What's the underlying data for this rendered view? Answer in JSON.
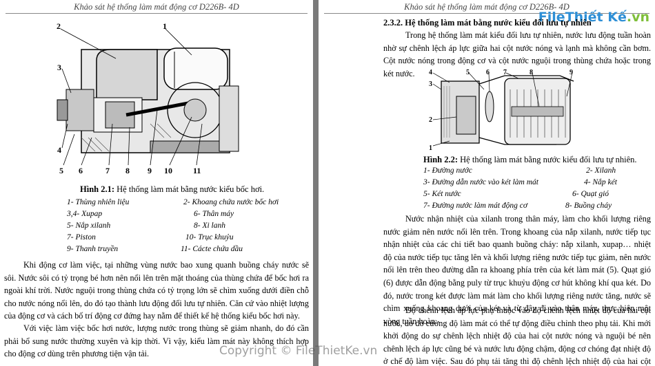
{
  "header": {
    "title": "Khảo sát hệ thống làm mát động cơ D226B- 4D"
  },
  "left": {
    "figure_numbers": [
      "2",
      "1",
      "3",
      "4",
      "5",
      "6",
      "7",
      "8",
      "9",
      "10",
      "11"
    ],
    "caption_label": "Hình 2.1:",
    "caption_text": " Hệ thống làm mát bằng nước kiểu bốc hơi.",
    "legend": [
      [
        "1- Thùng nhiên liệu",
        "2- Khoang chứa nước bốc hơi"
      ],
      [
        "3,4- Xupap",
        "6- Thân máy"
      ],
      [
        "5- Nắp xilanh",
        "8- Xi lanh"
      ],
      [
        "7- Piston",
        "10- Trục khuỷu"
      ],
      [
        "9- Thanh truyền",
        "11- Cácte chứa dầu"
      ]
    ],
    "paragraphs": [
      "Khi động cơ làm việc, tại những vùng nước bao xung quanh buồng cháy nước sẽ sôi. Nước sôi có tỷ trọng bé hơn nên nổi lên trên mặt thoáng của thùng chứa để bốc hơi ra ngoài khí trời. Nước nguội trong thùng chứa có tỷ trọng lớn sẽ chìm xuống dưới điền chỗ cho nước nóng nổi lên, do đó tạo thành lưu động đối lưu tự nhiên. Căn cứ vào nhiệt lượng của động cơ và cách bố trí động cơ đứng hay nằm để thiết kế hệ thống kiểu bốc hơi này.",
      "Với việc làm việc bốc hơi nước, lượng nước trong thùng sẽ giảm nhanh, do đó cần phải bổ sung nước thường xuyên và kịp thời. Vì vậy, kiểu làm mát này không thích hợp cho động cơ dùng trên phương tiện vận tải."
    ]
  },
  "right": {
    "section_title": "2.3.2. Hệ thống làm mát bằng nước kiểu đối lưu tự nhiên",
    "intro": "Trong hệ thống làm mát kiểu đối lưu tự nhiên, nước lưu động tuần hoàn nhờ sự chênh lệch áp lực giữa hai cột nước nóng và lạnh mà không cần bơm. Cột nước nóng trong động cơ và cột nước nguội trong thùng chứa hoặc trong két nước.",
    "figure_numbers": [
      "4",
      "5",
      "6",
      "7",
      "8",
      "9",
      "3",
      "2",
      "1"
    ],
    "caption_label": "Hình 2.2:",
    "caption_text": " Hệ thống làm mát bằng nước kiểu đối lưu tự nhiên.",
    "legend": [
      [
        "1- Đường nước",
        "2- Xilanh"
      ],
      [
        "3- Đường dẫn nước vào két làm mát",
        "4- Nắp két"
      ],
      [
        "5- Két nước",
        "6- Quạt gió"
      ],
      [
        "7- Đường nước làm mát động cơ",
        "8- Buồng cháy"
      ]
    ],
    "paragraphs": [
      "Nước nhận nhiệt của xilanh trong thân máy, làm cho khối lượng riêng nước giảm nên nước nổi lên trên. Trong khoang của nắp xilanh, nước tiếp tục nhận nhiệt của các chi tiết bao quanh buồng cháy: nắp xilanh, xupap… nhiệt độ của nước tiếp tục tăng lên và khối lượng riêng nước tiếp tục giảm, nên nước nổi lên trên theo đường dẫn ra khoang phía trên của két làm mát (5). Quạt gió (6) được dẫn động bằng puly từ trục khuỷu động cơ hút không khí qua két. Do đó, nước trong két được làm mát làm cho khối lượng riêng nước tăng, nước sẽ chìm xuống khoang dưới của két và từ đây đi vào thân máy, thực hiện một vòng tuần hoàn.",
      "Độ chênh lệch áp lực phụ thuộc vào độ chênh lệch nhiệt độ của hai cột nước, do đó cường độ làm mát có thể tự động điều chỉnh theo phụ tải. Khi mới khởi động do sự chênh lệch nhiệt độ của hai cột nước nóng và nguội bé nên chênh lệch áp lực cũng bé và nước lưu động chậm, động cơ chóng đạt nhiệt độ ở chế độ làm việc. Sau đó phụ tải tăng thì độ chênh lệch nhiệt độ của hai cột nước"
    ]
  },
  "watermark": {
    "text": "Copyright © FileThietKe.vn"
  },
  "logo": {
    "part1": "File",
    "part2": "Thiết Kế",
    "part3": ".vn"
  }
}
